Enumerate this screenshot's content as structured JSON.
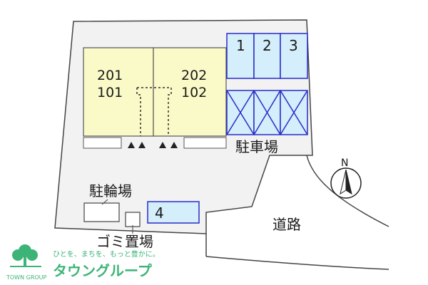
{
  "site_plan": {
    "units_left": [
      "201",
      "101"
    ],
    "units_right": [
      "202",
      "102"
    ],
    "parking_label": "駐車場",
    "bicycle_label": "駐輪場",
    "garbage_label": "ゴミ置場",
    "road_label": "道路",
    "north_label": "N",
    "bays": [
      "1",
      "2",
      "3"
    ],
    "bay_4": "4",
    "colors": {
      "building_fill": "#fafac8",
      "parking_fill": "#d4eefb",
      "line": "#2b2bc8",
      "site_fill": "#f2f2f2"
    }
  },
  "footer": {
    "logo_text": "TOWN GROUP",
    "tagline": "ひとを、まちを、もっと豊かに。",
    "brand": "タウングループ",
    "brand_color": "#3cb478"
  }
}
